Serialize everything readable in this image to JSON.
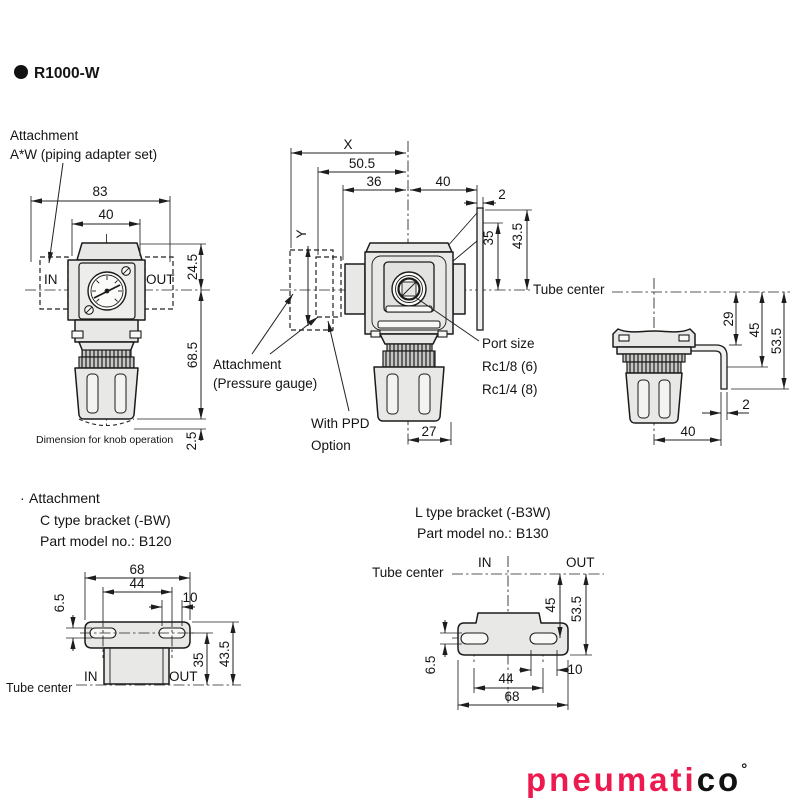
{
  "title": "R1000-W",
  "front": {
    "attachment_note_1": "Attachment",
    "attachment_note_2": "A*W (piping adapter set)",
    "port_in": "IN",
    "port_out": "OUT",
    "dim_width_overall": "83",
    "dim_width_body": "40",
    "dim_height_upper": "24.5",
    "dim_height_lower": "68.5",
    "dim_knob_clearance": "2.5",
    "knob_note": "Dimension for knob operation"
  },
  "side": {
    "dim_x": "X",
    "dim_50_5": "50.5",
    "dim_36": "36",
    "dim_40": "40",
    "dim_plate_thickness": "2",
    "dim_y": "Y",
    "dim_35": "35",
    "dim_43_5": "43.5",
    "dim_27": "27",
    "tube_center": "Tube center",
    "gauge_note_1": "Attachment",
    "gauge_note_2": "(Pressure gauge)",
    "ppd_note_1": "With PPD",
    "ppd_note_2": "Option",
    "port_note_1": "Port size",
    "port_note_2": "Rc1/8 (6)",
    "port_note_3": "Rc1/4 (8)"
  },
  "rear": {
    "dim_29": "29",
    "dim_45": "45",
    "dim_53_5": "53.5",
    "dim_2": "2",
    "dim_40": "40"
  },
  "bracket_c": {
    "bullet": "·",
    "heading_1": "Attachment",
    "heading_2": "C type bracket (-BW)",
    "heading_3": "Part model no.: B120",
    "dim_68": "68",
    "dim_44": "44",
    "dim_10": "10",
    "dim_6_5": "6.5",
    "dim_35": "35",
    "dim_43_5": "43.5",
    "port_in": "IN",
    "port_out": "OUT",
    "tube_center": "Tube center"
  },
  "bracket_l": {
    "heading_1": "L type bracket (-B3W)",
    "heading_2": "Part model no.: B130",
    "dim_45": "45",
    "dim_53_5": "53.5",
    "dim_6_5": "6.5",
    "dim_10": "10",
    "dim_44": "44",
    "dim_68": "68",
    "port_in": "IN",
    "port_out": "OUT",
    "tube_center": "Tube center"
  },
  "brand": {
    "text_red": "pneumati",
    "text_dark": "co",
    "mark": "°",
    "color_red": "#EC1A4F",
    "color_dark": "#121212"
  }
}
